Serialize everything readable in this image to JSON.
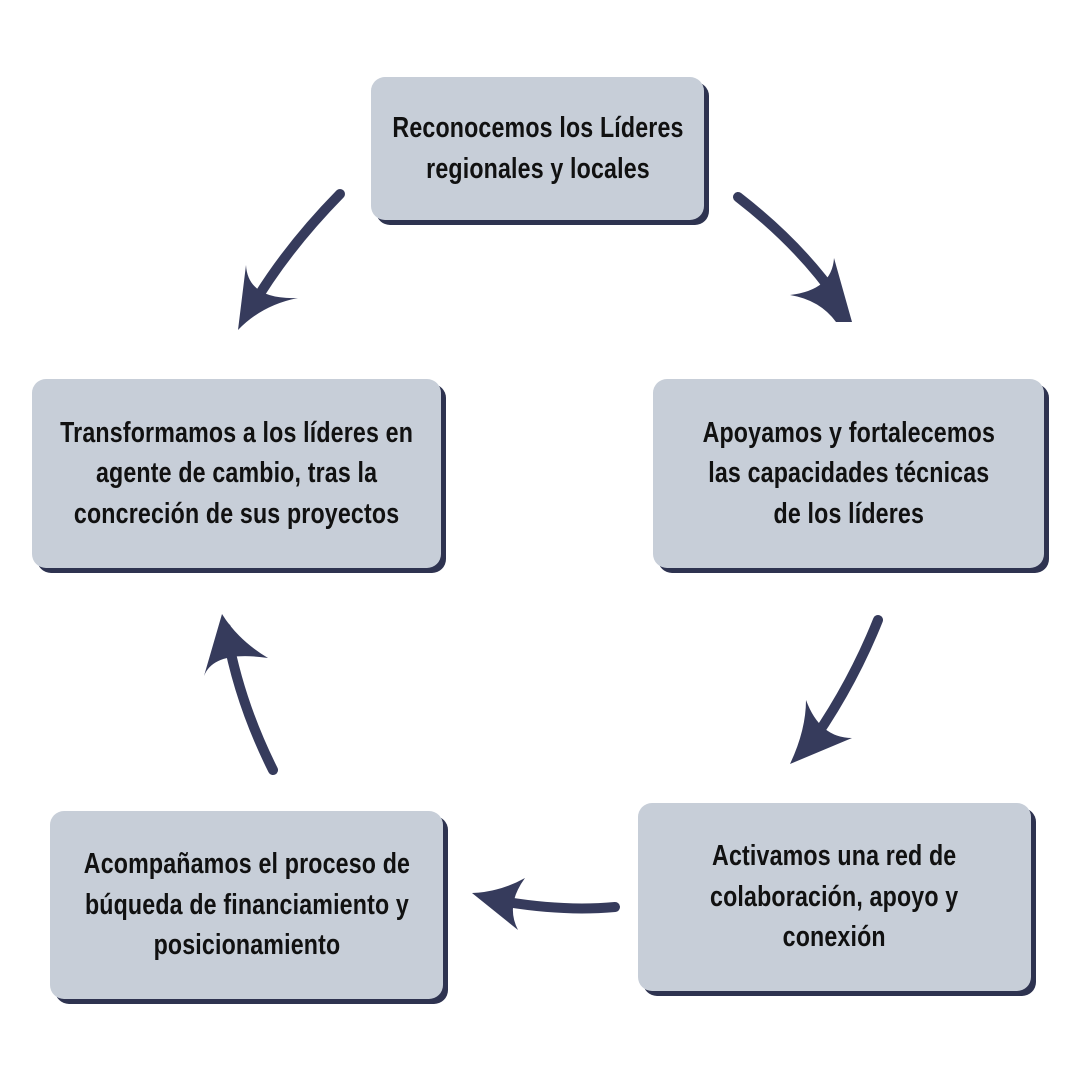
{
  "diagram": {
    "accent_color": "#363b5c",
    "box_color": "#c7ced8",
    "steps": [
      {
        "lines": [
          "Reconocemos los Líderes",
          "regionales y locales"
        ]
      },
      {
        "lines": [
          "Apoyamos y fortalecemos",
          "las capacidades técnicas",
          "de los líderes"
        ]
      },
      {
        "lines": [
          "Activamos una red de",
          "colaboración, apoyo y",
          "conexión"
        ]
      },
      {
        "lines": [
          "Acompañamos el proceso de",
          "búqueda de financiamiento y",
          "posicionamiento"
        ]
      },
      {
        "lines": [
          "Transformamos a los líderes en",
          "agente de cambio, tras la",
          "concreción de sus proyectos"
        ]
      }
    ],
    "arrow_icon": "curved-arrow-icon"
  }
}
